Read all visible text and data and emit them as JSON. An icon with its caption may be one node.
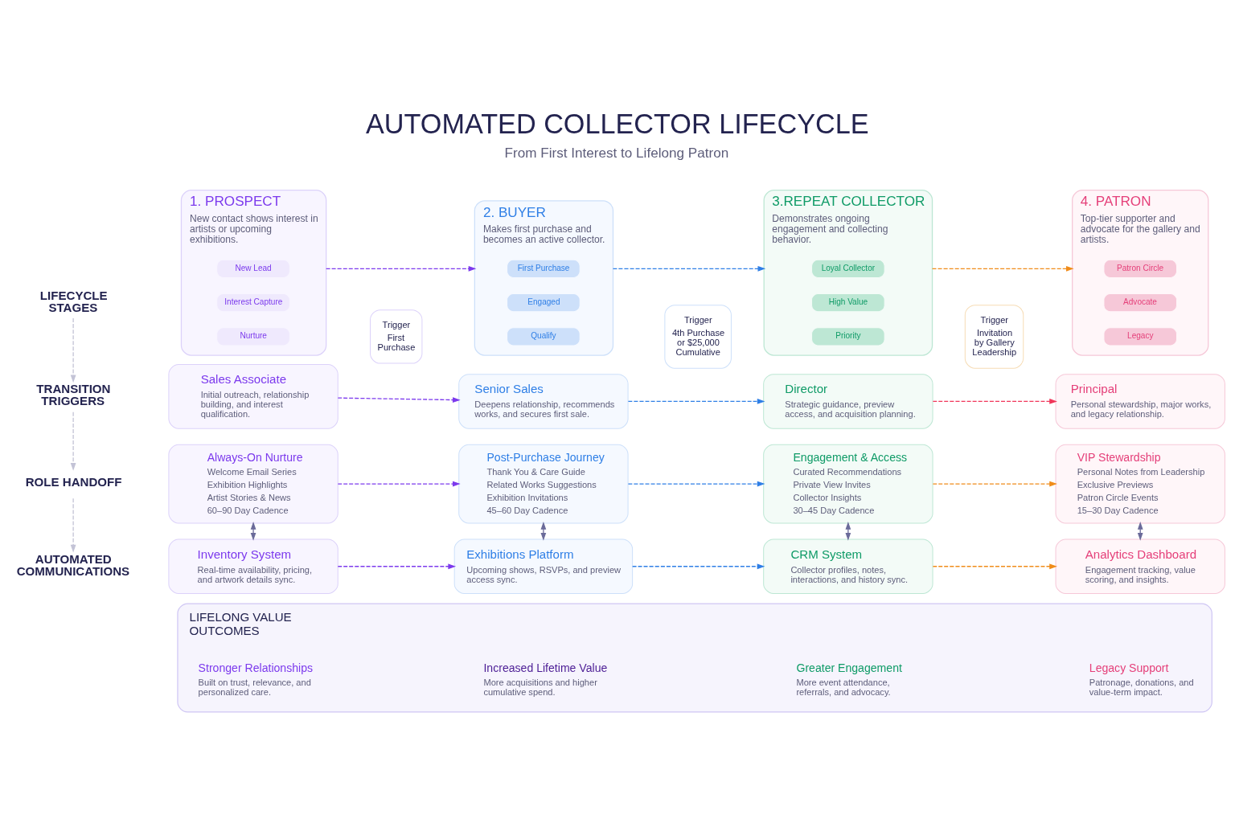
{
  "diagram": {
    "title": "AUTOMATED COLLECTOR LIFECYCLE",
    "caption": "From First Interest to Lifelong Patron",
    "nodes": [
      {
        "text": [
          "LIFECYCLE STAGES"
        ]
      },
      {
        "text": [
          "1. PROSPECT",
          "New contact shows interest in artists or upcoming exhibitions."
        ]
      },
      {
        "text": [
          "New Lead"
        ],
        "in": 1
      },
      {
        "text": [
          "Interest Capture"
        ],
        "in": 1
      },
      {
        "text": [
          "Nurture"
        ],
        "in": 1
      },
      {
        "text": [
          "Trigger",
          "First Purchase"
        ]
      },
      {
        "text": [
          "2. BUYER",
          "Makes first purchase and becomes an active collector."
        ]
      },
      {
        "text": [
          "First Purchase"
        ],
        "in": 6
      },
      {
        "text": [
          "Engaged"
        ],
        "in": 6
      },
      {
        "text": [
          "Qualify"
        ],
        "in": 6
      },
      {
        "text": [
          "Trigger",
          "4th Purchase or $25,000 Cumulative"
        ]
      },
      {
        "text": [
          "3.REPEAT COLLECTOR",
          "Demonstrates ongoing engagement and collecting behavior."
        ]
      },
      {
        "text": [
          "Loyal Collector"
        ],
        "in": 11
      },
      {
        "text": [
          "High Value"
        ],
        "in": 11
      },
      {
        "text": [
          "Priority"
        ],
        "in": 11
      },
      {
        "text": [
          "Trigger",
          "Invitation by Gallery Leadership"
        ]
      },
      {
        "text": [
          "4. PATRON",
          "Top-tier supporter and advocate for the gallery and artists."
        ]
      },
      {
        "text": [
          "Patron Circle"
        ],
        "in": 16
      },
      {
        "text": [
          "Advocate"
        ],
        "in": 16
      },
      {
        "text": [
          "Legacy"
        ],
        "in": 16
      },
      {
        "text": [
          "TRANSITION TRIGGERS"
        ]
      },
      {
        "text": [
          "Sales Associate",
          "Initial outreach, relationship building, and interest qualification."
        ]
      },
      {
        "text": [
          "Senior Sales",
          "Deepens relationship, recommends works, and secures first sale."
        ]
      },
      {
        "text": [
          "Director",
          "Strategic guidance, preview access, and acquisition planning."
        ]
      },
      {
        "text": [
          "Principal",
          "Personal stewardship, major works, and legacy relationship."
        ]
      },
      {
        "text": [
          "ROLE HANDOFF"
        ]
      },
      {
        "text": [
          "Always-On Nurture",
          "Welcome Email Series",
          "Exhibition Highlights",
          "Artist Stories & News",
          "60–90 Day Cadence"
        ]
      },
      {
        "text": [
          "Post-Purchase Journey",
          "Thank You & Care Guide",
          "Related Works Suggestions",
          "Exhibition Invitations",
          "45–60 Day Cadence"
        ]
      },
      {
        "text": [
          "Engagement & Access",
          "Curated Recommendations",
          "Private View Invites",
          "Collector Insights",
          "30–45 Day Cadence"
        ]
      },
      {
        "text": [
          "VIP Stewardship",
          "Personal Notes from Leadership",
          "Exclusive Previews",
          "Patron Circle Events",
          "15–30 Day Cadence"
        ]
      },
      {
        "text": [
          "AUTOMATED COMMUNICATIONS"
        ]
      },
      {
        "text": [
          "Inventory System",
          "Real-time availability, pricing, and artwork details sync."
        ]
      },
      {
        "text": [
          "Exhibitions Platform",
          "Upcoming shows, RSVPs, and preview access sync."
        ]
      },
      {
        "text": [
          "CRM System",
          "Collector profiles, notes, interactions, and history sync."
        ]
      },
      {
        "text": [
          "Analytics Dashboard",
          "Engagement tracking, value scoring, and insights."
        ]
      },
      {
        "text": [
          "LIFELONG VALUE OUTCOMES"
        ]
      },
      {
        "text": [
          "Stronger Relationships",
          "Built on trust, relevance, and personalized care."
        ],
        "in": 35
      },
      {
        "text": [
          "Increased Lifetime Value",
          "More acquisitions and higher cumulative spend."
        ],
        "in": 35
      },
      {
        "text": [
          "Greater Engagement",
          "More event attendance, referrals, and advocacy."
        ],
        "in": 35
      },
      {
        "text": [
          "Legacy Support",
          "Patronage, donations, and value-term impact."
        ],
        "in": 35
      }
    ],
    "edges": [
      {
        "from": 0,
        "to": 20,
        "arrow": "to",
        "style": "dashed",
        "color": "#c3c3d6"
      },
      {
        "from": 20,
        "to": 25,
        "arrow": "to",
        "style": "dashed",
        "color": "#c3c3d6"
      },
      {
        "from": 25,
        "to": 30,
        "arrow": "to",
        "style": "dashed",
        "color": "#c3c3d6"
      },
      {
        "from": 1,
        "to": 6,
        "arrow": "to",
        "style": "dashed",
        "color": "#7c3aed"
      },
      {
        "from": 6,
        "to": 11,
        "arrow": "to",
        "style": "dashed",
        "color": "#2f7fe6"
      },
      {
        "from": 11,
        "to": 16,
        "arrow": "to",
        "style": "dashed",
        "color": "#f08c1a"
      },
      {
        "from": 21,
        "to": 22,
        "arrow": "to",
        "style": "dashed",
        "color": "#7c3aed"
      },
      {
        "from": 22,
        "to": 23,
        "arrow": "to",
        "style": "dashed",
        "color": "#2f7fe6"
      },
      {
        "from": 23,
        "to": 24,
        "arrow": "to",
        "style": "dashed",
        "color": "#f0365a"
      },
      {
        "from": 26,
        "to": 27,
        "arrow": "to",
        "style": "dashed",
        "color": "#7c3aed"
      },
      {
        "from": 27,
        "to": 28,
        "arrow": "to",
        "style": "dashed",
        "color": "#2f7fe6"
      },
      {
        "from": 28,
        "to": 29,
        "arrow": "to",
        "style": "dashed",
        "color": "#f08c1a"
      },
      {
        "from": 26,
        "to": 31,
        "arrow": "both",
        "color": "#6b6b9a"
      },
      {
        "from": 27,
        "to": 32,
        "arrow": "both",
        "color": "#6b6b9a"
      },
      {
        "from": 28,
        "to": 33,
        "arrow": "both",
        "color": "#6b6b9a"
      },
      {
        "from": 29,
        "to": 34,
        "arrow": "both",
        "color": "#6b6b9a"
      },
      {
        "from": 31,
        "to": 32,
        "arrow": "to",
        "style": "dashed",
        "color": "#7c3aed"
      },
      {
        "from": 32,
        "to": 33,
        "arrow": "to",
        "style": "dashed",
        "color": "#2f7fe6"
      },
      {
        "from": 33,
        "to": 34,
        "arrow": "to",
        "style": "dashed",
        "color": "#f08c1a"
      }
    ]
  }
}
